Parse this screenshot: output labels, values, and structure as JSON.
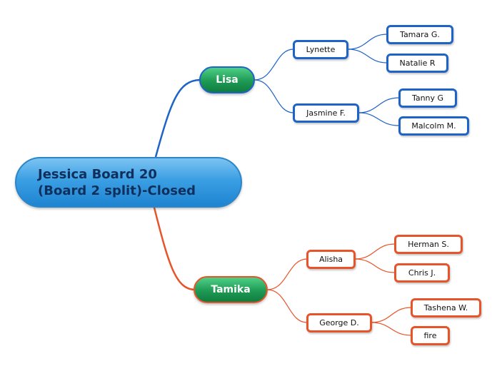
{
  "central_topic": {
    "line1": "Jessica Board 20",
    "line2": "(Board 2 split)-Closed"
  },
  "branches": [
    {
      "label": "Lisa",
      "color": "#1e64c8",
      "children": [
        {
          "label": "Lynette",
          "children": [
            {
              "label": "Tamara G."
            },
            {
              "label": "Natalie R"
            }
          ]
        },
        {
          "label": "Jasmine F.",
          "children": [
            {
              "label": "Tanny G"
            },
            {
              "label": "Malcolm M."
            }
          ]
        }
      ]
    },
    {
      "label": "Tamika",
      "color": "#e8542a",
      "children": [
        {
          "label": "Alisha",
          "children": [
            {
              "label": "Herman S."
            },
            {
              "label": "Chris J."
            }
          ]
        },
        {
          "label": "George D.",
          "children": [
            {
              "label": "Tashena W."
            },
            {
              "label": "fire"
            }
          ]
        }
      ]
    }
  ]
}
